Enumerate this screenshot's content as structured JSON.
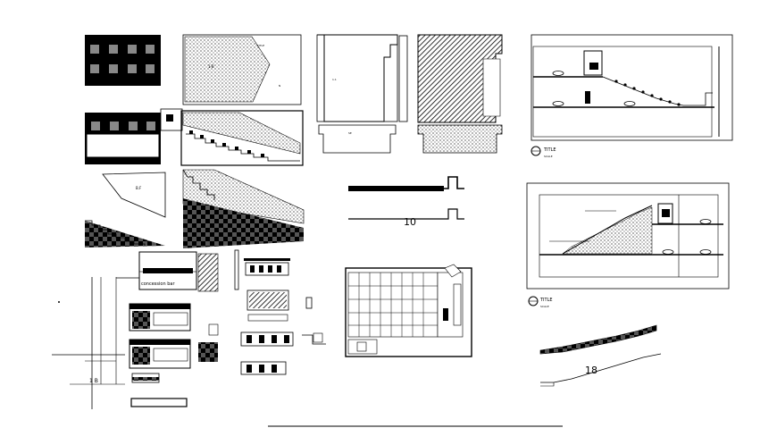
{
  "drawing": {
    "section_label_1": "10",
    "section_label_2": "18",
    "concession_bar_label": "concession bar",
    "title_block_1": {
      "title": "TITLE",
      "sub": "SCALE"
    },
    "title_block_2": {
      "title": "TITLE",
      "sub": "SCALE"
    },
    "left_marker": "1 B"
  }
}
